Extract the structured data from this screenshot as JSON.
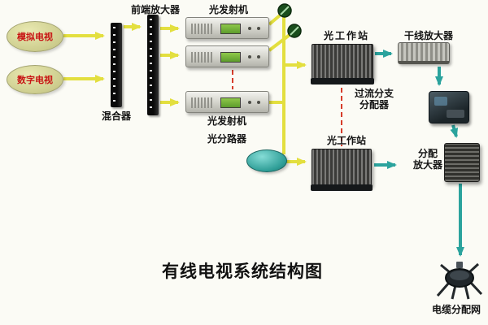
{
  "title": "有线电视系统结构图",
  "nodes": {
    "analog_tv": {
      "label": "模拟电视"
    },
    "digital_tv": {
      "label": "数字电视"
    },
    "mixer": {
      "label": "混合器"
    },
    "front_amp": {
      "label": "前端放大器"
    },
    "opt_tx_top": {
      "label": "光发射机"
    },
    "opt_tx_bottom": {
      "label": "光发射机"
    },
    "opt_splitter": {
      "label": "光分路器"
    },
    "opt_station_1": {
      "label": "光工作站"
    },
    "opt_station_2": {
      "label": "光工作站"
    },
    "trunk_amp": {
      "label": "干线放大器"
    },
    "overcurrent_splitter": {
      "line1": "过流分支",
      "line2": "分配器"
    },
    "dist_amp": {
      "line1": "分配",
      "line2": "放大器"
    },
    "cable_net": {
      "label": "电缆分配网"
    }
  },
  "colors": {
    "signal_yellow": "#e3df3f",
    "signal_teal": "#2ba39d",
    "dashed_red": "#d63c2a"
  }
}
